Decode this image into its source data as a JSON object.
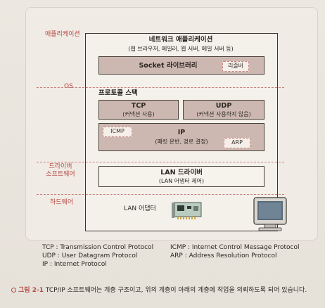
{
  "layers": {
    "application": "애플리케이션",
    "os": "OS",
    "driver_software_line1": "드라이버",
    "driver_software_line2": "소프트웨어",
    "hardware": "하드웨어"
  },
  "network_app": {
    "title": "네트워크 애플리케이션",
    "subtitle": "(웹 브라우저, 메일러, 웹 서버, 메일 서버 등)",
    "socket_library": "Socket 라이브러리",
    "resolver": "리졸버"
  },
  "protocol_stack": {
    "title": "프로토콜 스택",
    "tcp": {
      "name": "TCP",
      "desc": "(커넥션 사용)"
    },
    "udp": {
      "name": "UDP",
      "desc": "(커넥션 사용하지 않음)"
    },
    "ip": {
      "name": "IP",
      "desc": "(패킷 운반, 경로 결정)"
    },
    "icmp": "ICMP",
    "arp": "ARP"
  },
  "lan_driver": {
    "title": "LAN 드라이버",
    "desc": "(LAN 어댑터 제어)"
  },
  "hardware": {
    "lan_adapter": "LAN 어댑터"
  },
  "legend": [
    "TCP : Transmission Control Protocol",
    "UDP : User Datagram Protocol",
    "IP : Internet Protocol",
    "ICMP : Internet Control Message Protocol",
    "ARP : Address Resolution Protocol"
  ],
  "caption": {
    "figure_no": "그림 2-1",
    "text": "TCP/IP 소프트웨어는 계층 구조이고, 위의 계층이 아래의 계층에 작업을 의뢰하도록 되어 있습니다."
  },
  "colors": {
    "accent_red": "#b54b45",
    "shaded_box": "#cdb8b1"
  }
}
